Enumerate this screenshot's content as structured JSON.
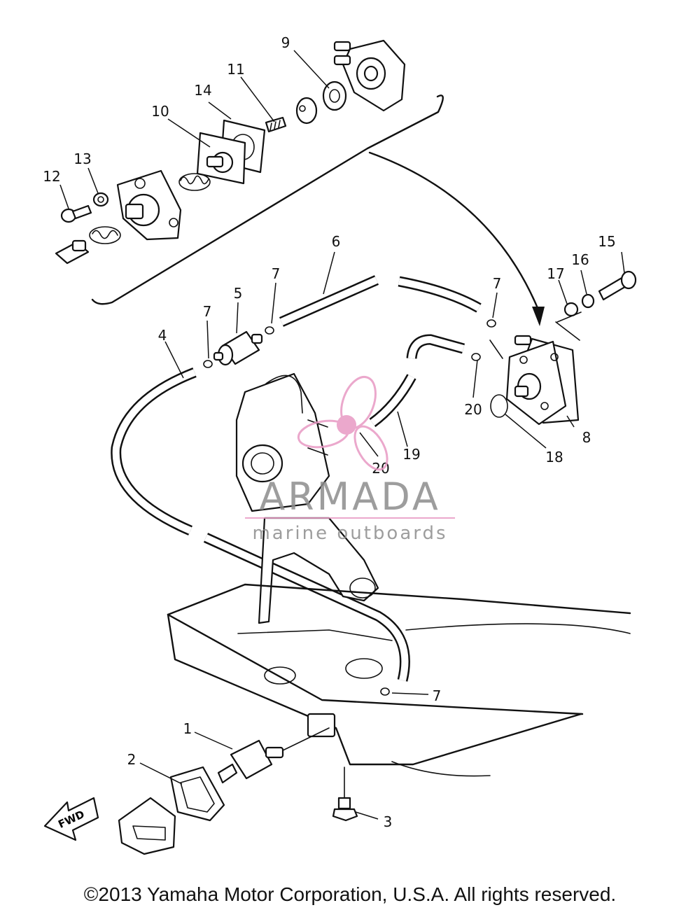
{
  "callouts": [
    "1",
    "2",
    "3",
    "4",
    "5",
    "6",
    "7",
    "7",
    "7",
    "7",
    "8",
    "9",
    "10",
    "11",
    "12",
    "13",
    "14",
    "15",
    "16",
    "17",
    "18",
    "19",
    "20",
    "20"
  ],
  "fwd_label": "FWD",
  "watermark": {
    "brand": "ARMADA",
    "tagline": "marine outboards",
    "color_primary": "#e89ac4",
    "color_text": "#8c8c8c"
  },
  "copyright": "©2013 Yamaha Motor Corporation, U.S.A. All rights reserved."
}
